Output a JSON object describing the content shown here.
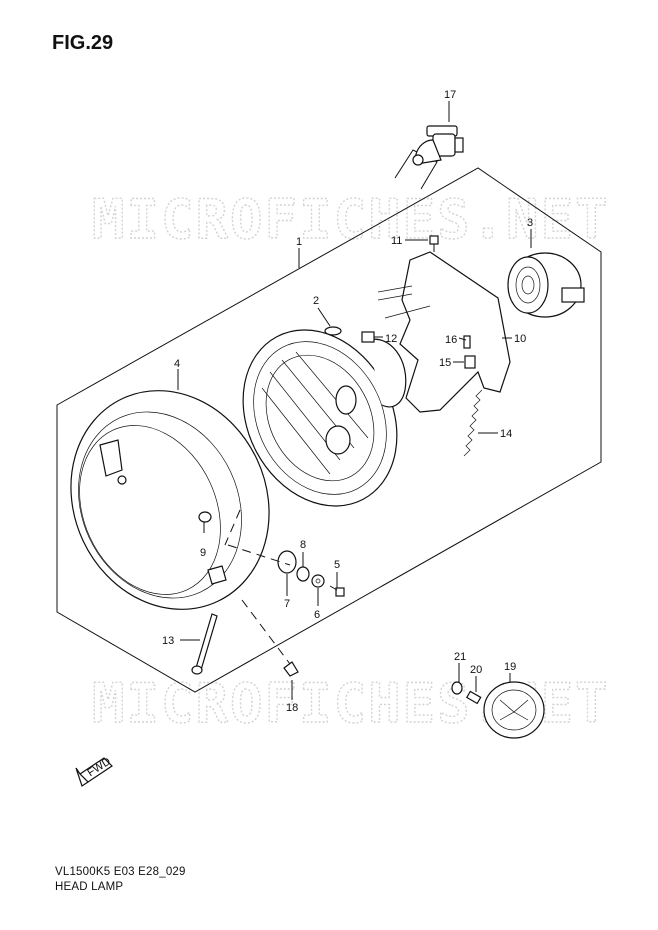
{
  "figure": {
    "title": "FIG.29"
  },
  "caption": {
    "code": "VL1500K5 E03 E28_029",
    "name": "HEAD LAMP"
  },
  "watermark": {
    "text": "MICROFICHES.NET"
  },
  "fwd_label": "FWD",
  "callouts": {
    "c1": "1",
    "c2": "2",
    "c3": "3",
    "c4": "4",
    "c5": "5",
    "c6": "6",
    "c7": "7",
    "c8": "8",
    "c9": "9",
    "c10": "10",
    "c11": "11",
    "c12": "12",
    "c13": "13",
    "c14": "14",
    "c15": "15",
    "c16": "16",
    "c17": "17",
    "c18": "18",
    "c19": "19",
    "c20": "20",
    "c21": "21"
  }
}
